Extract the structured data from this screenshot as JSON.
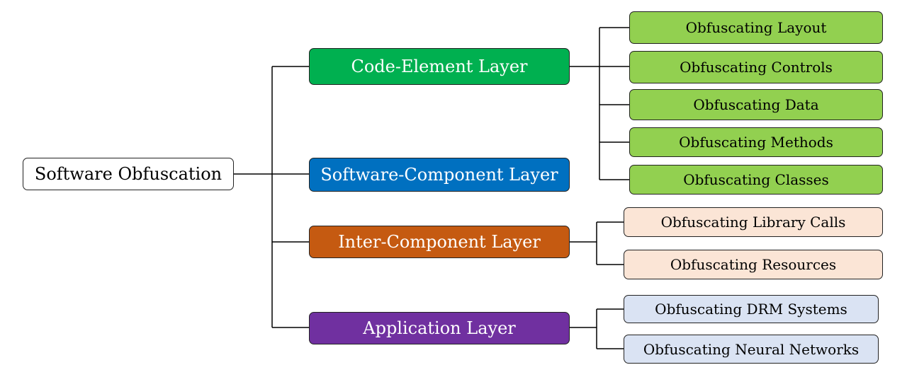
{
  "root": {
    "label": "Software Obfuscation"
  },
  "layers": [
    {
      "label": "Code-Element Layer",
      "color": "#00b050",
      "leaf_color": "#92d050",
      "leaves": [
        "Obfuscating Layout",
        "Obfuscating Controls",
        "Obfuscating Data",
        "Obfuscating Methods",
        "Obfuscating Classes"
      ]
    },
    {
      "label": "Software-Component Layer",
      "color": "#0070c0",
      "leaf_color": "",
      "leaves": []
    },
    {
      "label": "Inter-Component Layer",
      "color": "#c55a11",
      "leaf_color": "#fbe5d6",
      "leaves": [
        "Obfuscating Library Calls",
        "Obfuscating Resources"
      ]
    },
    {
      "label": "Application Layer",
      "color": "#7030a0",
      "leaf_color": "#dae3f3",
      "leaves": [
        "Obfuscating DRM Systems",
        "Obfuscating Neural Networks"
      ]
    }
  ]
}
